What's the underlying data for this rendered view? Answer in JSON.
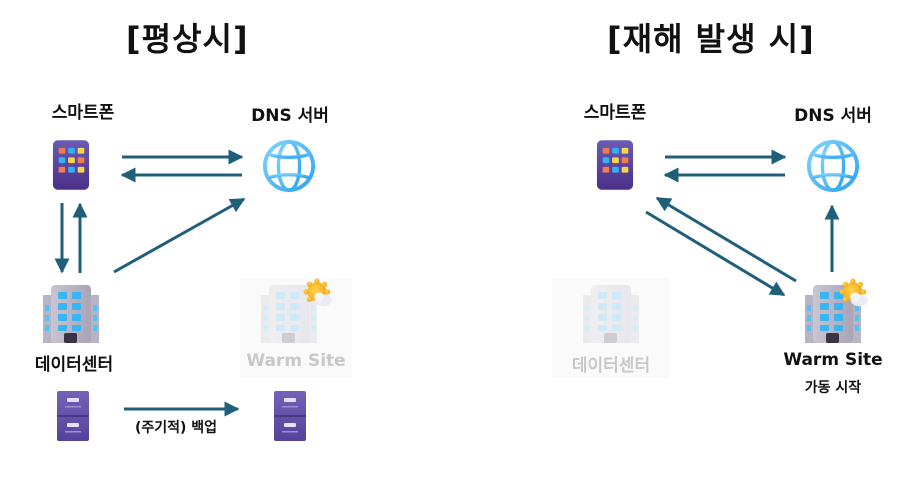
{
  "panels": {
    "normal": {
      "title": "[평상시]",
      "smartphone_label": "스마트폰",
      "dns_label": "DNS 서버",
      "datacenter_label": "데이터센터",
      "warmsite_label": "Warm Site",
      "backup_label": "(주기적) 백업"
    },
    "disaster": {
      "title": "[재해 발생 시]",
      "smartphone_label": "스마트폰",
      "dns_label": "DNS 서버",
      "datacenter_label": "데이터센터",
      "warmsite_label": "Warm Site",
      "warmsite_sublabel": "가동 시작"
    }
  },
  "icons": {
    "smartphone": "smartphone-icon",
    "dns": "globe-icon",
    "datacenter": "office-building-icon",
    "warmsite": "office-building-with-sun-icon",
    "storage": "file-cabinet-icon"
  },
  "colors": {
    "arrow": "#1f5f7a",
    "text": "#111111",
    "faded_text": "#c8c8c8"
  }
}
